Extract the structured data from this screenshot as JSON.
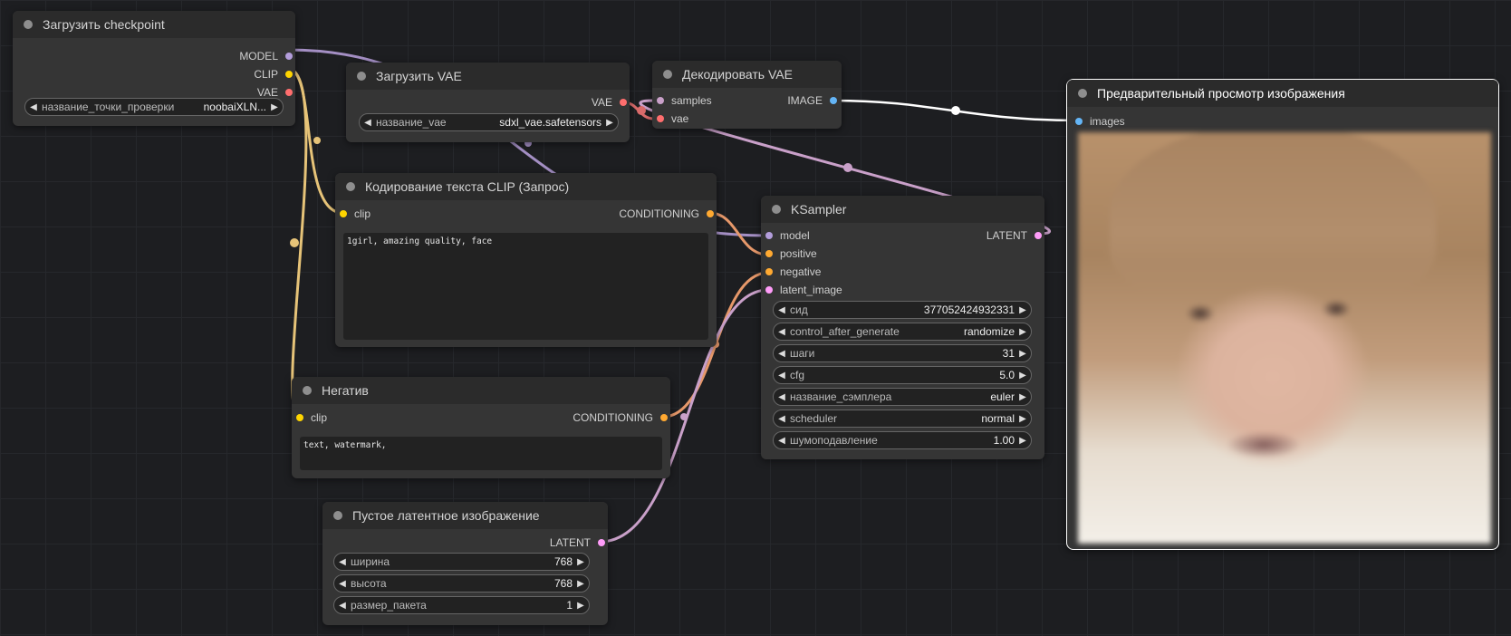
{
  "colors": {
    "model": "#b39ddb",
    "clip": "#ffd500",
    "vae": "#ff6e6e",
    "conditioning": "#ffa931",
    "latent": "#ff9cf9",
    "image": "#64b5f6"
  },
  "nodes": {
    "checkpoint": {
      "title": "Загрузить checkpoint",
      "outputs": [
        "MODEL",
        "CLIP",
        "VAE"
      ],
      "widget": {
        "label": "название_точки_проверки",
        "value": "noobaiXLN..."
      }
    },
    "load_vae": {
      "title": "Загрузить VAE",
      "output": "VAE",
      "widget": {
        "label": "название_vae",
        "value": "sdxl_vae.safetensors"
      }
    },
    "vae_decode": {
      "title": "Декодировать VAE",
      "inputs": [
        "samples",
        "vae"
      ],
      "output": "IMAGE"
    },
    "clip_positive": {
      "title": "Кодирование текста CLIP (Запрос)",
      "input": "clip",
      "output": "CONDITIONING",
      "text": "1girl, amazing quality, face"
    },
    "clip_negative": {
      "title": "Негатив",
      "input": "clip",
      "output": "CONDITIONING",
      "text": "text, watermark,"
    },
    "empty_latent": {
      "title": "Пустое латентное изображение",
      "output": "LATENT",
      "widgets": [
        {
          "label": "ширина",
          "value": "768"
        },
        {
          "label": "высота",
          "value": "768"
        },
        {
          "label": "размер_пакета",
          "value": "1"
        }
      ]
    },
    "ksampler": {
      "title": "KSampler",
      "inputs": [
        "model",
        "positive",
        "negative",
        "latent_image"
      ],
      "output": "LATENT",
      "widgets": [
        {
          "label": "сид",
          "value": "377052424932331"
        },
        {
          "label": "control_after_generate",
          "value": "randomize"
        },
        {
          "label": "шаги",
          "value": "31"
        },
        {
          "label": "cfg",
          "value": "5.0"
        },
        {
          "label": "название_сэмплера",
          "value": "euler"
        },
        {
          "label": "scheduler",
          "value": "normal"
        },
        {
          "label": "шумоподавление",
          "value": "1.00"
        }
      ]
    },
    "preview": {
      "title": "Предварительный просмотр изображения",
      "input": "images"
    }
  }
}
